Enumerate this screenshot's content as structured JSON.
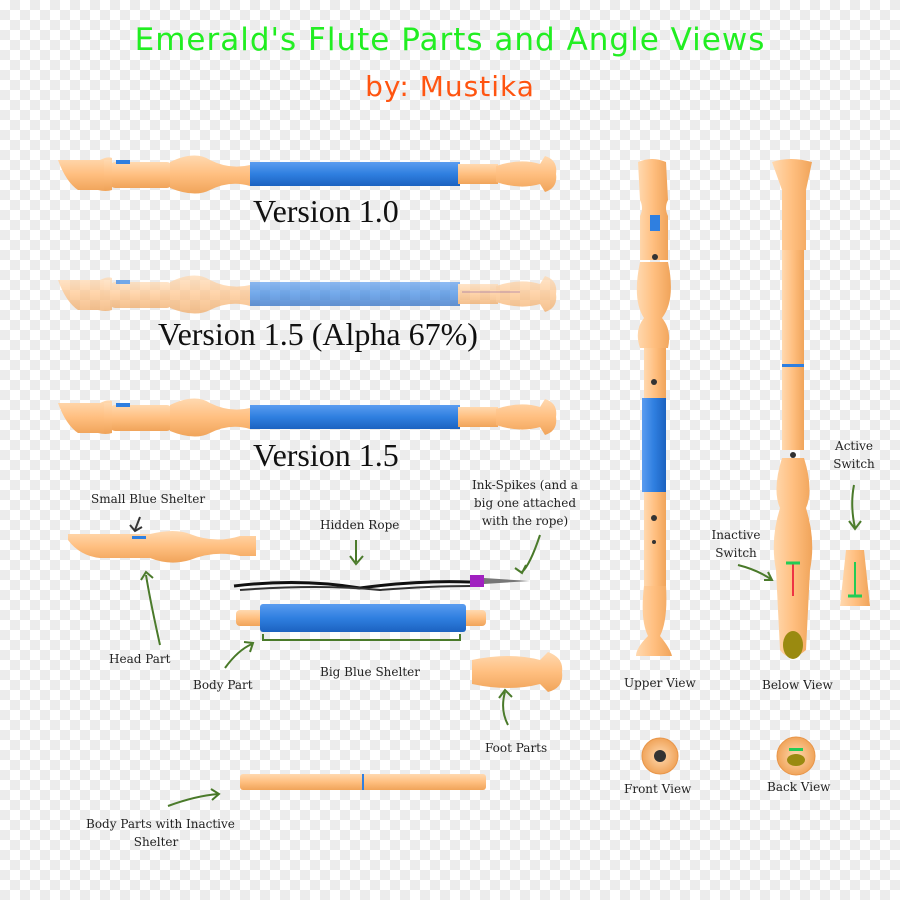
{
  "title": "Emerald's Flute Parts and Angle Views",
  "subtitle": "by: Mustika",
  "colors": {
    "title": "#22ee22",
    "subtitle": "#ff5511",
    "wood": "#ffbf80",
    "wood_dark": "#e8964a",
    "shelter": "#2f7fe0",
    "arrow": "#4a7a2a",
    "spike": "#a020c0",
    "switch_active": "#22cc55",
    "switch_inactive": "#ee3344"
  },
  "versions": [
    {
      "label": "Version 1.0"
    },
    {
      "label": "Version 1.5 (Alpha 67%)"
    },
    {
      "label": "Version 1.5"
    }
  ],
  "labels": {
    "small_blue_shelter": "Small Blue Shelter",
    "hidden_rope": "Hidden Rope",
    "ink_spikes": [
      "Ink-Spikes (and a",
      "big one attached",
      "with the rope)"
    ],
    "head_part": "Head Part",
    "body_part": "Body Part",
    "big_blue_shelter": "Big Blue Shelter",
    "foot_parts": "Foot Parts",
    "body_parts_inactive": [
      "Body Parts with Inactive",
      "Shelter"
    ],
    "upper_view": "Upper View",
    "below_view": "Below View",
    "active_switch": [
      "Active",
      "Switch"
    ],
    "inactive_switch": [
      "Inactive",
      "Switch"
    ],
    "front_view": "Front View",
    "back_view": "Back View"
  }
}
